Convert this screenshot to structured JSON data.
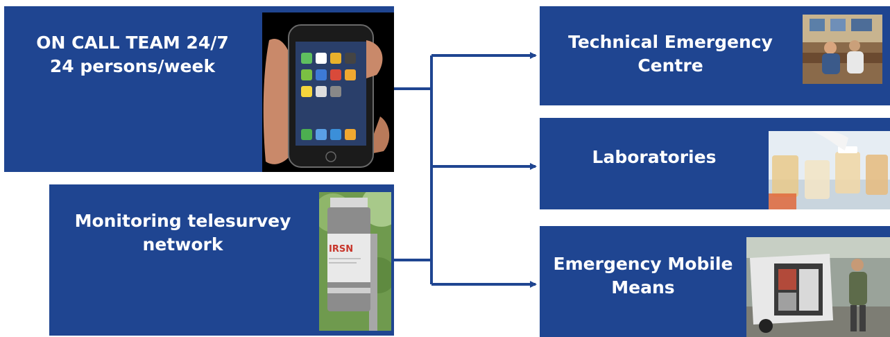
{
  "diagram": {
    "colors": {
      "box_fill": "#1f4591",
      "connector": "#1f4591",
      "text": "#ffffff"
    },
    "sources": {
      "on_call": {
        "line1": "ON CALL TEAM 24/7",
        "line2": "24 persons/week",
        "image": "smartphone-in-hand"
      },
      "monitoring": {
        "line1": "Monitoring telesurvey",
        "line2": "network",
        "image": "monitoring-probe-pole",
        "probe_label": "IRSN"
      }
    },
    "targets": {
      "tec": {
        "line1": "Technical Emergency",
        "line2": "Centre",
        "image": "control-room-operators"
      },
      "labs": {
        "line1": "Laboratories",
        "image": "sample-vials"
      },
      "mobile": {
        "line1": "Emergency Mobile",
        "line2": "Means",
        "image": "mobile-lab-van"
      }
    }
  }
}
